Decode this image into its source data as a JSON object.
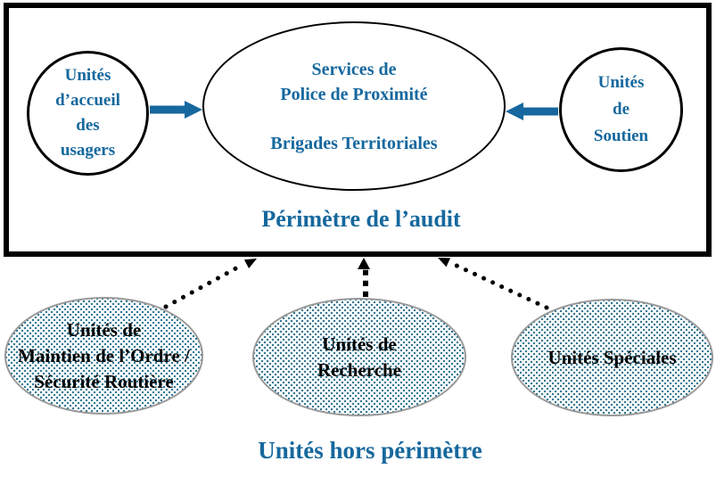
{
  "diagram": {
    "perimeter_frame": {
      "title": "Périmètre de l’audit",
      "nodes": {
        "accueil": {
          "line1": "Unités",
          "line2": "d’accueil",
          "line3": "des",
          "line4": "usagers"
        },
        "services": {
          "line1": "Services de",
          "line2": "Police de Proximité",
          "line3": "Brigades Territoriales"
        },
        "soutien": {
          "line1": "Unités",
          "line2": "de",
          "line3": "Soutien"
        }
      }
    },
    "outside": {
      "title": "Unités hors périmètre",
      "nodes": {
        "maintien": {
          "line1": "Unités de",
          "line2": "Maintien de l’Ordre /",
          "line3": "Sécurité Routière"
        },
        "recherche": {
          "line1": "Unités de",
          "line2": "Recherche"
        },
        "speciales": {
          "line1": "Unités Spéciales"
        }
      }
    },
    "connectors": {
      "accueil_to_services": "solid arrow right",
      "soutien_to_services": "solid arrow left",
      "maintien_to_perimeter": "dotted arrow",
      "recherche_to_perimeter": "dotted arrow",
      "speciales_to_perimeter": "dotted arrow"
    },
    "colors": {
      "accent_blue": "#16689E",
      "outside_text_black": "#000000",
      "stipple_dot_teal": "#2A7390",
      "outside_ellipse_border_gray": "#999999",
      "frame_border_black": "#000000",
      "background_white": "#FFFFFF"
    }
  }
}
